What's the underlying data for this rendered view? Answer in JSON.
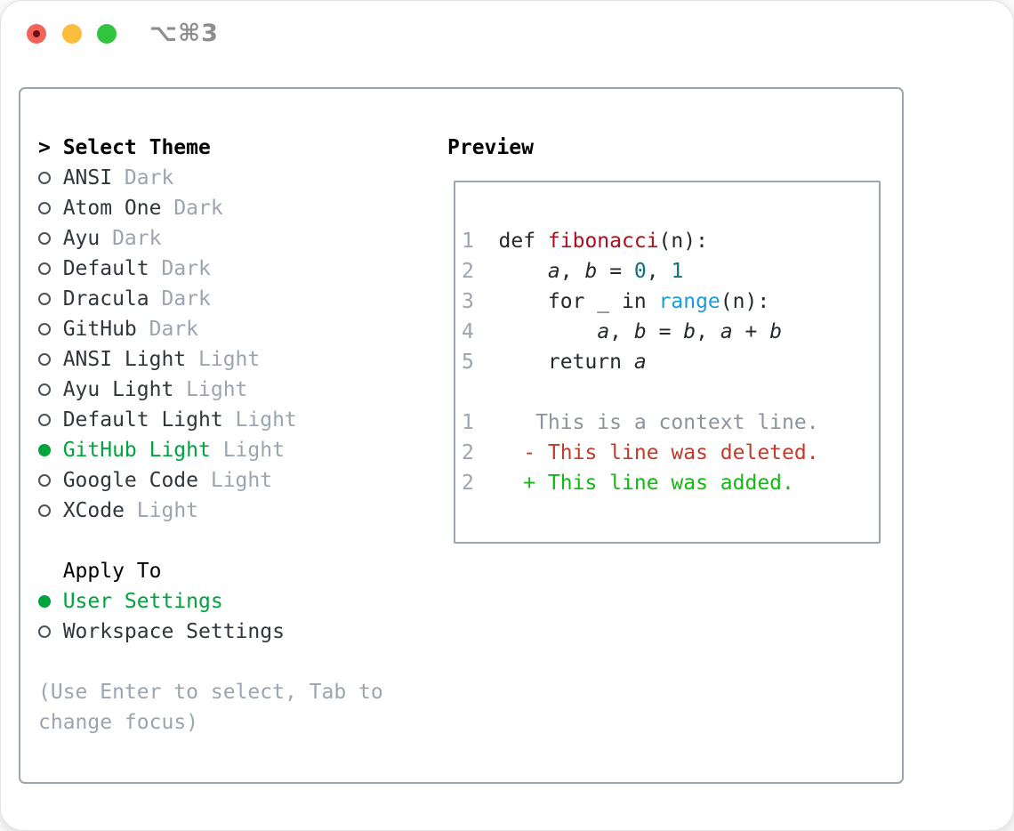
{
  "window": {
    "title": "⌥⌘3"
  },
  "colors": {
    "light_red": "#f4635a",
    "light_red_dot": "#6e1410",
    "light_yellow": "#fcbd3c",
    "light_green": "#31c53f",
    "titlebar_text": "#8e8e8e",
    "border_gray": "#9aa5b1",
    "header_black": "#000000",
    "item_text": "#30363d",
    "tag_gray": "#9aa5b1",
    "hint_gray": "#9aa5b1",
    "radio_outline": "#4d535a",
    "accent_green": "#00a43c",
    "line_number": "#9aa5b1",
    "code_text": "#24292e",
    "func_red": "#a6121d",
    "number_teal": "#0f7177",
    "call_blue": "#1a9cd8",
    "ctx_gray": "#8b949e",
    "del_red": "#c5392a",
    "add_green": "#13b913"
  },
  "theme_panel": {
    "header_marker": ">",
    "header": "Select Theme",
    "items": [
      {
        "name": "ANSI",
        "tag": "Dark",
        "selected": false
      },
      {
        "name": "Atom One",
        "tag": "Dark",
        "selected": false
      },
      {
        "name": "Ayu",
        "tag": "Dark",
        "selected": false
      },
      {
        "name": "Default",
        "tag": "Dark",
        "selected": false
      },
      {
        "name": "Dracula",
        "tag": "Dark",
        "selected": false
      },
      {
        "name": "GitHub",
        "tag": "Dark",
        "selected": false
      },
      {
        "name": "ANSI Light",
        "tag": "Light",
        "selected": false
      },
      {
        "name": "Ayu Light",
        "tag": "Light",
        "selected": false
      },
      {
        "name": "Default Light",
        "tag": "Light",
        "selected": false
      },
      {
        "name": "GitHub Light",
        "tag": "Light",
        "selected": true
      },
      {
        "name": "Google Code",
        "tag": "Light",
        "selected": false
      },
      {
        "name": "XCode",
        "tag": "Light",
        "selected": false
      }
    ]
  },
  "apply_panel": {
    "header": "Apply To",
    "items": [
      {
        "name": "User Settings",
        "selected": true
      },
      {
        "name": "Workspace Settings",
        "selected": false
      }
    ]
  },
  "hint": {
    "line1": "(Use Enter to select, Tab to",
    "line2": "change focus)"
  },
  "preview": {
    "header": "Preview",
    "lines": [
      {
        "num": "1",
        "segs": [
          {
            "t": "def ",
            "s": "t"
          },
          {
            "t": "fibonacci",
            "s": "fn"
          },
          {
            "t": "(n):",
            "s": "t"
          }
        ]
      },
      {
        "num": "2",
        "segs": [
          {
            "t": "    ",
            "s": "t"
          },
          {
            "t": "a",
            "s": "v"
          },
          {
            "t": ", ",
            "s": "t"
          },
          {
            "t": "b",
            "s": "v"
          },
          {
            "t": " = ",
            "s": "t"
          },
          {
            "t": "0",
            "s": "n"
          },
          {
            "t": ", ",
            "s": "t"
          },
          {
            "t": "1",
            "s": "n"
          }
        ]
      },
      {
        "num": "3",
        "segs": [
          {
            "t": "    for _ in ",
            "s": "t"
          },
          {
            "t": "range",
            "s": "c"
          },
          {
            "t": "(n):",
            "s": "t"
          }
        ]
      },
      {
        "num": "4",
        "segs": [
          {
            "t": "        ",
            "s": "t"
          },
          {
            "t": "a",
            "s": "v"
          },
          {
            "t": ", ",
            "s": "t"
          },
          {
            "t": "b",
            "s": "v"
          },
          {
            "t": " = ",
            "s": "t"
          },
          {
            "t": "b",
            "s": "v"
          },
          {
            "t": ", ",
            "s": "t"
          },
          {
            "t": "a",
            "s": "v"
          },
          {
            "t": " + ",
            "s": "t"
          },
          {
            "t": "b",
            "s": "v"
          }
        ]
      },
      {
        "num": "5",
        "segs": [
          {
            "t": "    return ",
            "s": "t"
          },
          {
            "t": "a",
            "s": "v"
          }
        ]
      },
      {
        "num": "",
        "segs": []
      },
      {
        "num": "1",
        "segs": [
          {
            "t": "   This is a context line.",
            "s": "ctx"
          }
        ]
      },
      {
        "num": "2",
        "segs": [
          {
            "t": "  - This line was deleted.",
            "s": "del"
          }
        ]
      },
      {
        "num": "2",
        "segs": [
          {
            "t": "  + This line was added.",
            "s": "add"
          }
        ]
      }
    ]
  }
}
